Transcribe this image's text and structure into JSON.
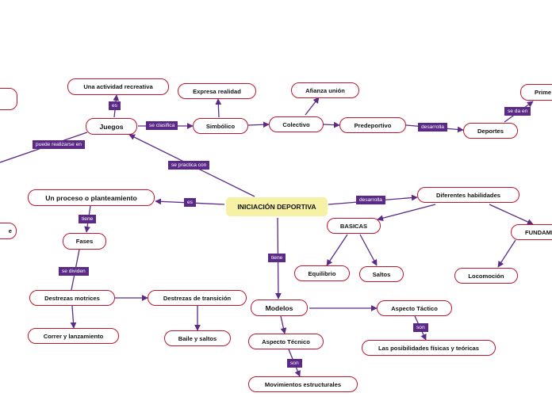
{
  "map": {
    "central": "INICIACIÓN DEPORTIVA",
    "nodes": {
      "juegos": "Juegos",
      "actividad": "Una actividad recreativa",
      "simbolico": "Simbólico",
      "expresa": "Expresa realidad",
      "colectivo": "Colectivo",
      "afianza": "Afianza unión",
      "predeportivo": "Predeportivo",
      "deportes": "Deportes",
      "primer": "Prime",
      "proceso": "Un proceso o planteamiento",
      "fases": "Fases",
      "destrezas_motrices": "Destrezas motrices",
      "correr": "Correr y lanzamiento",
      "transicion": "Destrezas de transición",
      "baile": "Baile y saltos",
      "modelos": "Modelos",
      "tecnico": "Aspecto Técnico",
      "movimientos": "Movimientos estructurales",
      "tactico": "Aspecto Táctico",
      "posibilidades": "Las posibilidades físicas y teóricas",
      "habilidades": "Diferentes habilidades",
      "basicas": "BASICAS",
      "equilibrio": "Equilibrio",
      "saltos": "Saltos",
      "fundamentales": "FUNDAME",
      "locomocion": "Locomoción",
      "left_e": "e"
    },
    "labels": {
      "es_actividad": "es",
      "se_clasifica": "se clasifica",
      "puede_realizarse": "puede realizarse en",
      "se_practica": "se practica con",
      "desarrolla_deportes": "desarrolla",
      "se_da_en": "se da en",
      "es_proceso": "es",
      "tiene_fases": "tiene",
      "se_dividen": "se dividen",
      "tiene_modelos": "tiene",
      "desarrolla_habilidades": "desarrolla",
      "son_tactico": "son",
      "son_tecnico": "son"
    },
    "colors": {
      "border": "#c0142c",
      "line": "#5b2a86",
      "label_bg": "#5b2a86",
      "central_bg": "#f6f1a5"
    }
  }
}
